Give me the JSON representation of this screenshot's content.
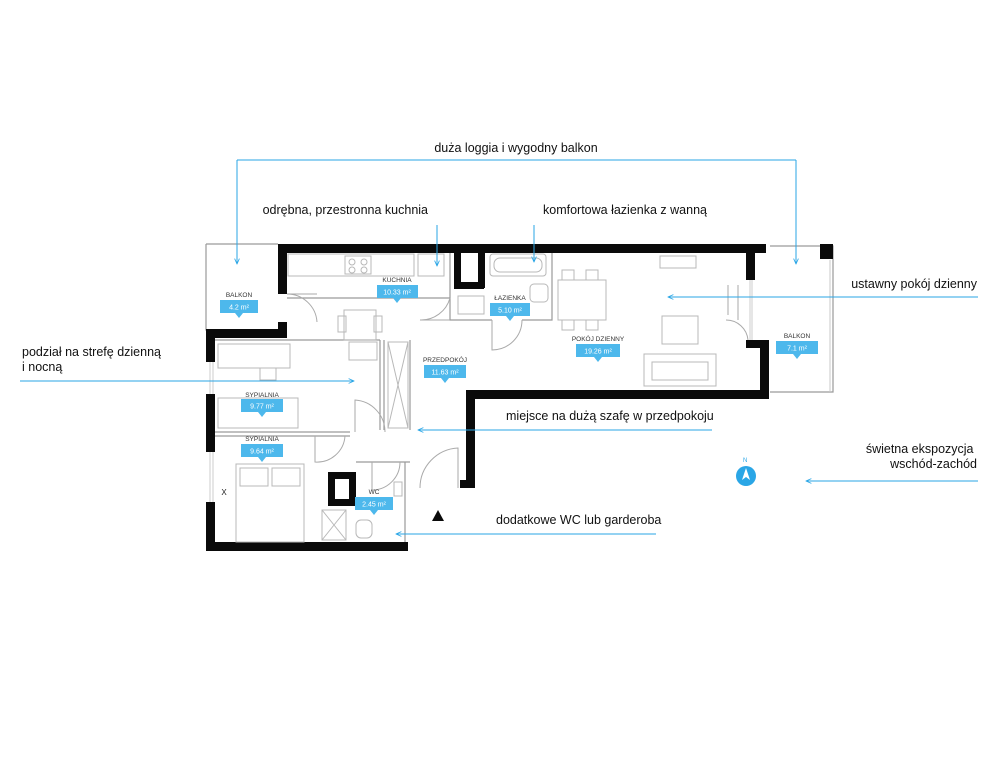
{
  "annotations": {
    "loggia": "duża loggia i wygodny balkon",
    "kitchen": "odrębna, przestronna kuchnia",
    "bathroom": "komfortowa łazienka z wanną",
    "living": "ustawny pokój dzienny",
    "zones": "podział na strefę dzienną\ni nocną",
    "wardrobe": "miejsce na dużą szafę w przedpokoju",
    "exposure": "świetna ekspozycja\nwschód-zachód",
    "wc": "dodatkowe WC lub garderoba"
  },
  "rooms": [
    {
      "id": "balkon-left",
      "name": "BALKON",
      "area": "4.2 m²"
    },
    {
      "id": "kuchnia",
      "name": "KUCHNIA",
      "area": "10.33 m²"
    },
    {
      "id": "lazienka",
      "name": "ŁAZIENKA",
      "area": "5.10 m²"
    },
    {
      "id": "pokoj-dzienny",
      "name": "POKÓJ DZIENNY",
      "area": "19.26 m²"
    },
    {
      "id": "balkon-right",
      "name": "BALKON",
      "area": "7.1 m²"
    },
    {
      "id": "przedpokoj",
      "name": "PRZEDPOKÓJ",
      "area": "11.63 m²"
    },
    {
      "id": "sypialnia-1",
      "name": "SYPIALNIA",
      "area": "9.77 m²"
    },
    {
      "id": "sypialnia-2",
      "name": "SYPIALNIA",
      "area": "9.64 m²"
    },
    {
      "id": "wc",
      "name": "WC",
      "area": "2.45 m²"
    }
  ],
  "compass": {
    "label": "N"
  },
  "window_mark": "X",
  "colors": {
    "accent": "#2aa6e6",
    "tag": "#4db8ec",
    "wall": "#0a0a0a"
  }
}
